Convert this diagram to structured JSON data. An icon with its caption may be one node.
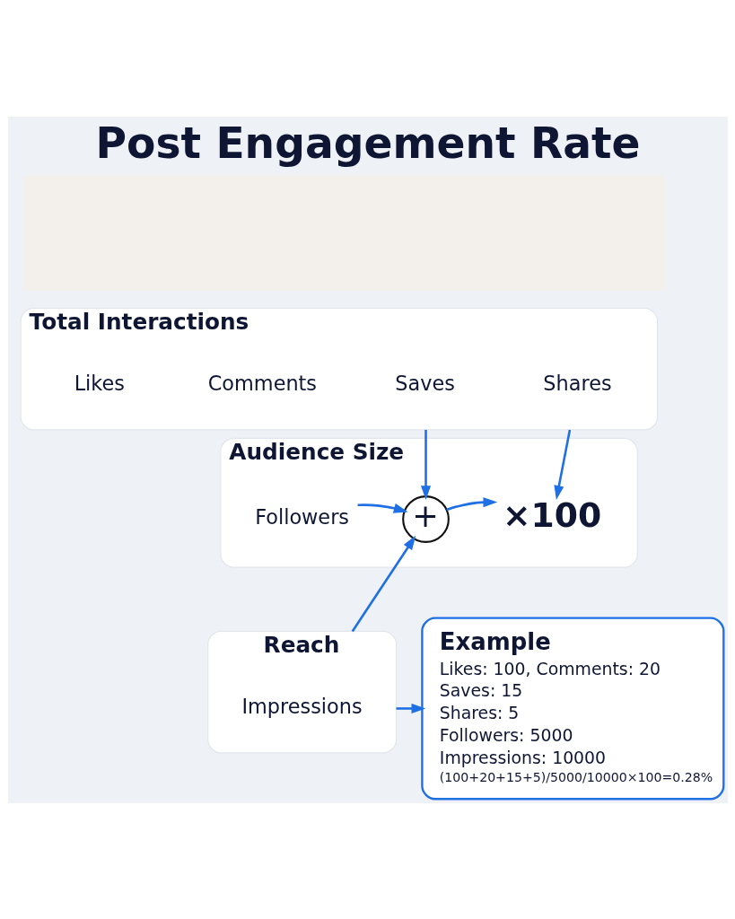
{
  "diagram": {
    "title": "Post Engagement Rate",
    "nodes": [
      {
        "text": [],
        "shape": "box"
      },
      {
        "text": [
          "Total Interactions"
        ]
      },
      {
        "text": [
          "Likes"
        ],
        "in": 1
      },
      {
        "text": [
          "Comments"
        ],
        "in": 1
      },
      {
        "text": [
          "Saves"
        ],
        "in": 1
      },
      {
        "text": [
          "Shares"
        ],
        "in": 1
      },
      {
        "text": [
          "Audience Size"
        ]
      },
      {
        "text": [
          "Followers"
        ],
        "in": 6
      },
      {
        "text": [
          "+"
        ],
        "in": 6
      },
      {
        "text": [
          "×100"
        ],
        "in": 6
      },
      {
        "text": [
          "Reach"
        ]
      },
      {
        "text": [
          "Impressions"
        ],
        "in": 10
      },
      {
        "text": [
          "Example",
          "Likes: 100, Comments: 20",
          "Saves: 15",
          "Shares: 5",
          "Followers: 5000",
          "Impressions: 10000",
          "(100+20+15+5)/5000/10000×100=0.28%"
        ]
      }
    ],
    "edges": [
      {
        "from": 1,
        "to": 8,
        "arrow": "to"
      },
      {
        "from": 1,
        "to": 9,
        "arrow": "to"
      },
      {
        "from": 7,
        "to": 8,
        "arrow": "to"
      },
      {
        "from": 8,
        "to": 9,
        "arrow": "to"
      },
      {
        "from": 10,
        "to": 8,
        "arrow": "to"
      },
      {
        "from": 10,
        "to": 12,
        "arrow": "to"
      }
    ]
  }
}
